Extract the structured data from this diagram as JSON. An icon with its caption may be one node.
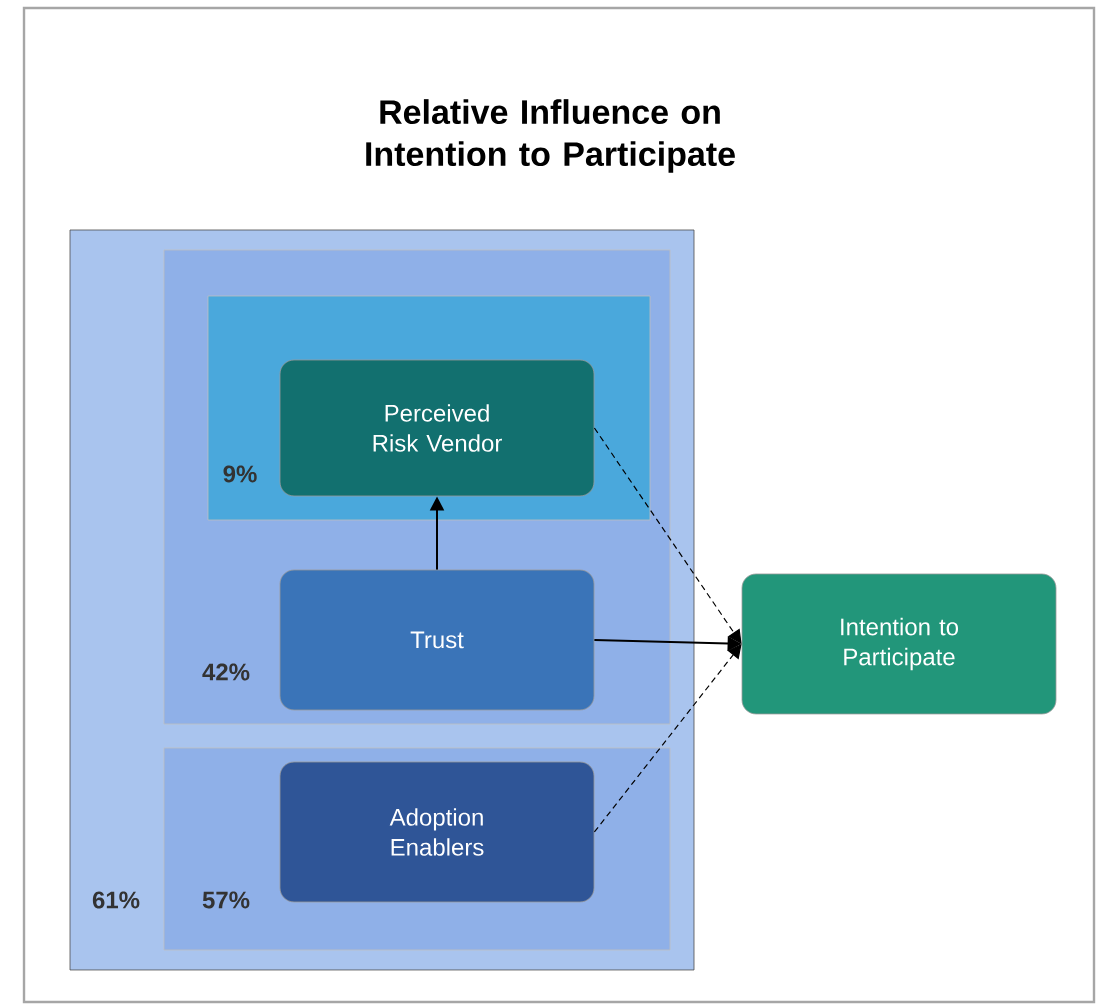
{
  "diagram": {
    "title": "Relative Influence on Intention to Participate",
    "nodes": [
      {
        "text": [
          "61%"
        ]
      },
      {
        "text": [
          "42%"
        ],
        "in": 0
      },
      {
        "text": [
          "9%"
        ],
        "in": 1
      },
      {
        "text": [
          "Perceived Risk Vendor"
        ],
        "in": 2
      },
      {
        "text": [
          "Trust"
        ],
        "in": 1
      },
      {
        "text": [
          "57%"
        ],
        "in": 0
      },
      {
        "text": [
          "Adoption Enablers"
        ],
        "in": 5
      },
      {
        "text": [
          "Intention to Participate"
        ]
      }
    ],
    "edges": [
      {
        "from": 4,
        "to": 3,
        "arrow": "to"
      },
      {
        "from": 3,
        "to": 7,
        "arrow": "to",
        "style": "dashed"
      },
      {
        "from": 4,
        "to": 7,
        "arrow": "to"
      },
      {
        "from": 6,
        "to": 7,
        "arrow": "to",
        "style": "dashed"
      }
    ]
  }
}
